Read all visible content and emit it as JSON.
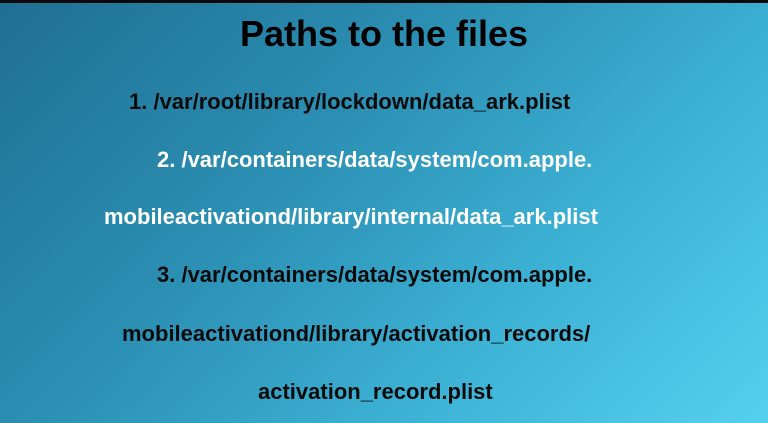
{
  "slide": {
    "title": "Paths to the files",
    "lines": [
      "1. /var/root/library/lockdown/data_ark.plist",
      "2. /var/containers/data/system/com.apple.",
      "mobileactivationd/library/internal/data_ark.plist",
      "3. /var/containers/data/system/com.apple.",
      "mobileactivationd/library/activation_records/",
      "activation_record.plist"
    ]
  }
}
